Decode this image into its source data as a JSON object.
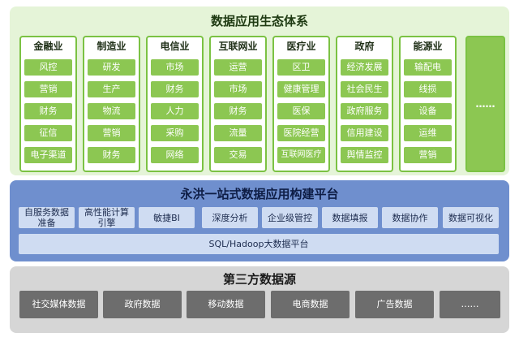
{
  "ecosystem": {
    "title": "数据应用生态体系",
    "industries": [
      {
        "name": "金融业",
        "items": [
          "风控",
          "营销",
          "财务",
          "征信",
          "电子渠道"
        ]
      },
      {
        "name": "制造业",
        "items": [
          "研发",
          "生产",
          "物流",
          "营销",
          "财务"
        ]
      },
      {
        "name": "电信业",
        "items": [
          "市场",
          "财务",
          "人力",
          "采购",
          "网络"
        ]
      },
      {
        "name": "互联网业",
        "items": [
          "运营",
          "市场",
          "财务",
          "流量",
          "交易"
        ]
      },
      {
        "name": "医疗业",
        "items": [
          "区卫",
          "健康管理",
          "医保",
          "医院经营",
          "互联网医疗"
        ]
      },
      {
        "name": "政府",
        "items": [
          "经济发展",
          "社会民生",
          "政府服务",
          "信用建设",
          "舆情监控"
        ]
      },
      {
        "name": "能源业",
        "items": [
          "输配电",
          "线损",
          "设备",
          "运维",
          "营销"
        ]
      }
    ],
    "more": "……"
  },
  "platform": {
    "title": "永洪一站式数据应用构建平台",
    "modules": [
      "自服务数据准备",
      "高性能计算引擎",
      "敏捷BI",
      "深度分析",
      "企业级管控",
      "数据填报",
      "数据协作",
      "数据可视化"
    ],
    "foundation": "SQL/Hadoop大数据平台"
  },
  "third_party": {
    "title": "第三方数据源",
    "sources": [
      "社交媒体数据",
      "政府数据",
      "移动数据",
      "电商数据",
      "广告数据",
      "……"
    ]
  }
}
